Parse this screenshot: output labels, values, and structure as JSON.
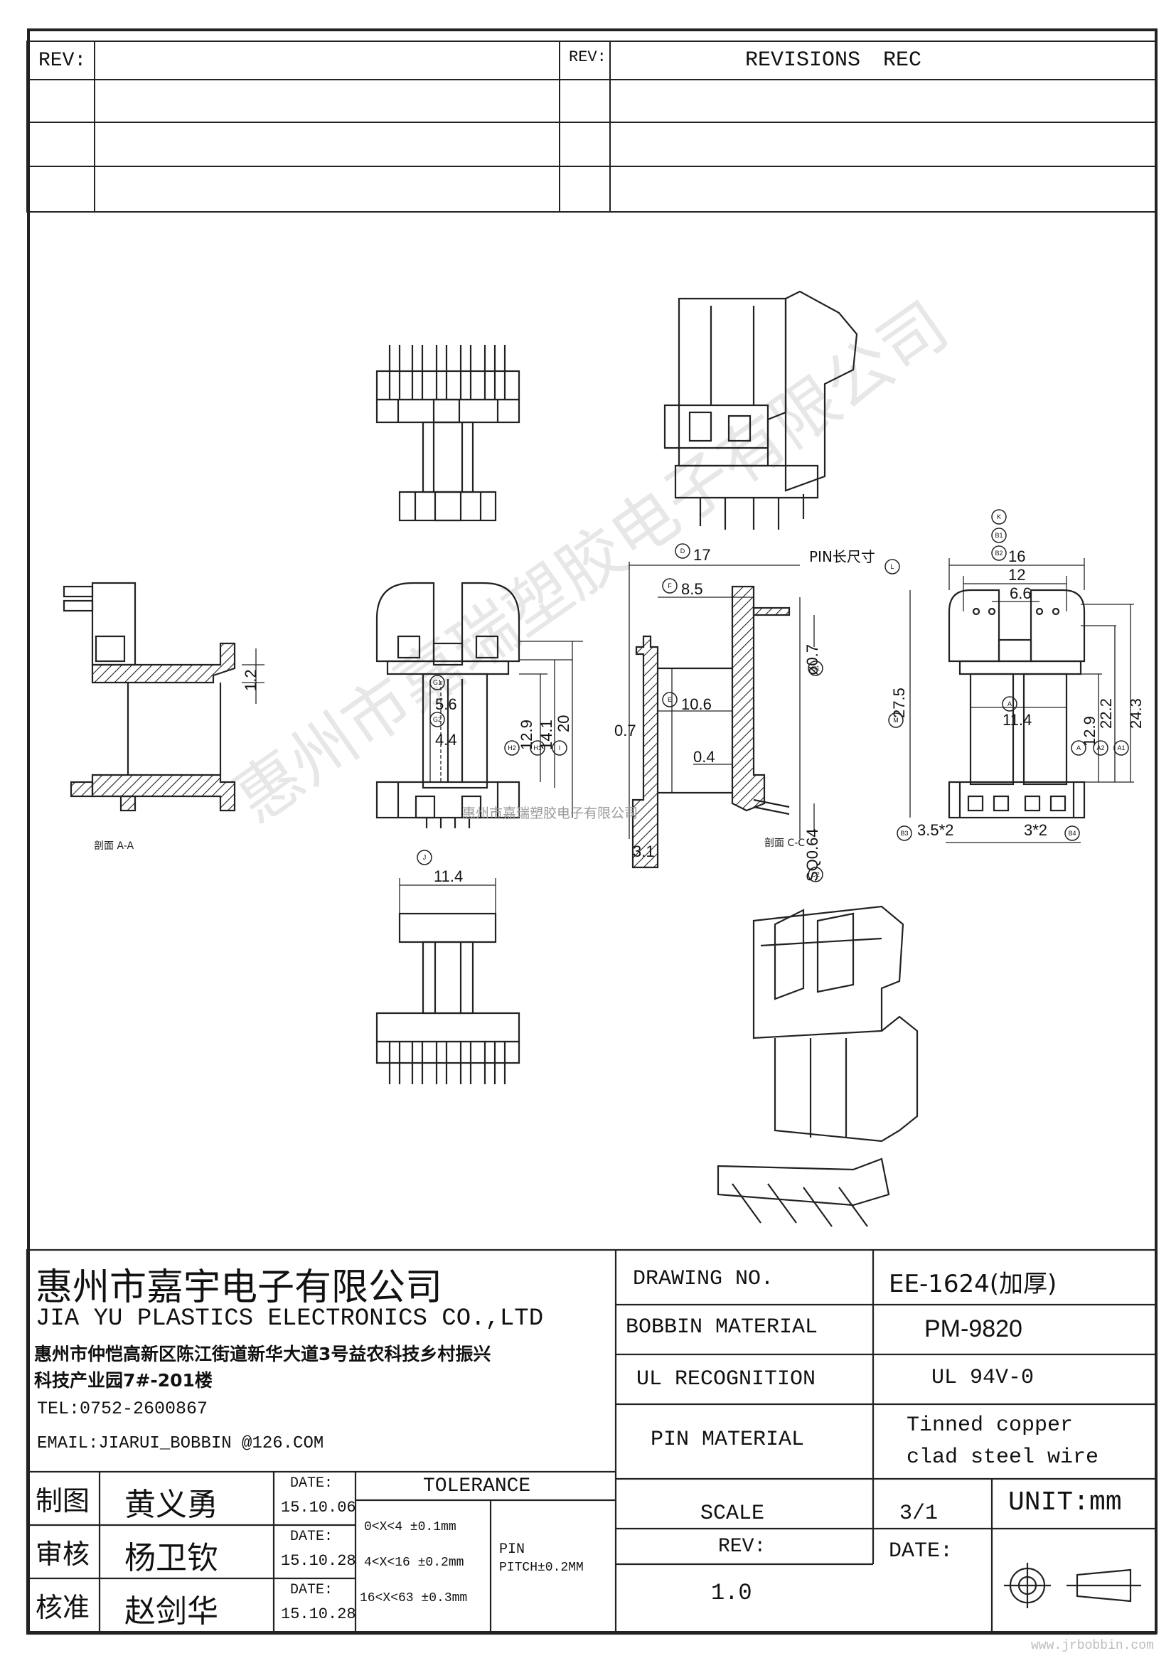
{
  "revision_table": {
    "rev_label_left": "REV:",
    "rev_label_right": "REV:",
    "revisions_header": "REVISIONS",
    "rec_header": "REC"
  },
  "views": {
    "section_a": "剖面 A-A",
    "section_c": "剖面 C-C",
    "watermark_small": "惠州市嘉瑞塑胶电子有限公司",
    "watermark_big": "惠州市嘉瑞塑胶电子有限公司",
    "footer_url": "www.jrbobbin.com"
  },
  "dims": {
    "a_12": "1.2",
    "b_56": "5.6",
    "b_44": "4.4",
    "b_129": "12.9",
    "b_141": "14.1",
    "b_20": "20",
    "c_17": "17",
    "c_pin": "PIN长尺寸",
    "c_85": "8.5",
    "c_07a": "ø0.7",
    "c_106": "10.6",
    "c_07b": "0.7",
    "c_04": "0.4",
    "c_31": "3.1",
    "c_sq": "SQ0.64",
    "d_16": "16",
    "d_12": "12",
    "d_66": "6.6",
    "d_275": "27.5",
    "d_114": "11.4",
    "d_129": "12.9",
    "d_222": "22.2",
    "d_243": "24.3",
    "d_35": "3.5*2",
    "d_3": "3*2",
    "e_114": "11.4"
  },
  "markers": {
    "G1": "G1",
    "G2": "G2",
    "H2": "H2",
    "H1": "H1",
    "I": "I",
    "D": "D",
    "F": "F",
    "L": "L",
    "C1": "C1",
    "E": "E",
    "C2": "C2",
    "K": "K",
    "B1": "B1",
    "B2": "B2",
    "M": "M",
    "A": "A",
    "A2": "A2",
    "A1": "A1",
    "B3": "B3",
    "B4": "B4",
    "J": "J"
  },
  "title_block": {
    "company_cn": "惠州市嘉宇电子有限公司",
    "company_en": "JIA YU PLASTICS ELECTRONICS CO.,LTD",
    "address_1": "惠州市仲恺高新区陈江街道新华大道3号益农科技乡村振兴",
    "address_2": "科技产业园7#-201楼",
    "tel": "TEL:0752-2600867",
    "email": "EMAIL:JIARUI_BOBBIN @126.COM",
    "drawing_no_label": "DRAWING  NO.",
    "drawing_no": "EE-1624(加厚)",
    "bobbin_material_label": "BOBBIN  MATERIAL",
    "bobbin_material": "PM-9820",
    "ul_label": "UL RECOGNITION",
    "ul_value": "UL 94V-0",
    "pin_material_label": "PIN MATERIAL",
    "pin_material_1": "Tinned copper",
    "pin_material_2": "clad steel wire",
    "scale_label": "SCALE",
    "scale_value": "3/1",
    "unit": "UNIT:mm",
    "rev_label": "REV:",
    "rev_value": "1.0",
    "date_label": "DATE:",
    "roles": [
      {
        "role": "制图",
        "name": "黄义勇",
        "date_label": "DATE:",
        "date": "15.10.06"
      },
      {
        "role": "审核",
        "name": "杨卫钦",
        "date_label": "DATE:",
        "date": "15.10.28"
      },
      {
        "role": "核准",
        "name": "赵剑华",
        "date_label": "DATE:",
        "date": "15.10.28"
      }
    ],
    "tolerance_header": "TOLERANCE",
    "tolerances": [
      "0<X<4  ±0.1mm",
      "4<X<16 ±0.2mm",
      "16<X<63 ±0.3mm"
    ],
    "pin_label": "PIN",
    "pin_pitch": "PITCH±0.2MM"
  }
}
